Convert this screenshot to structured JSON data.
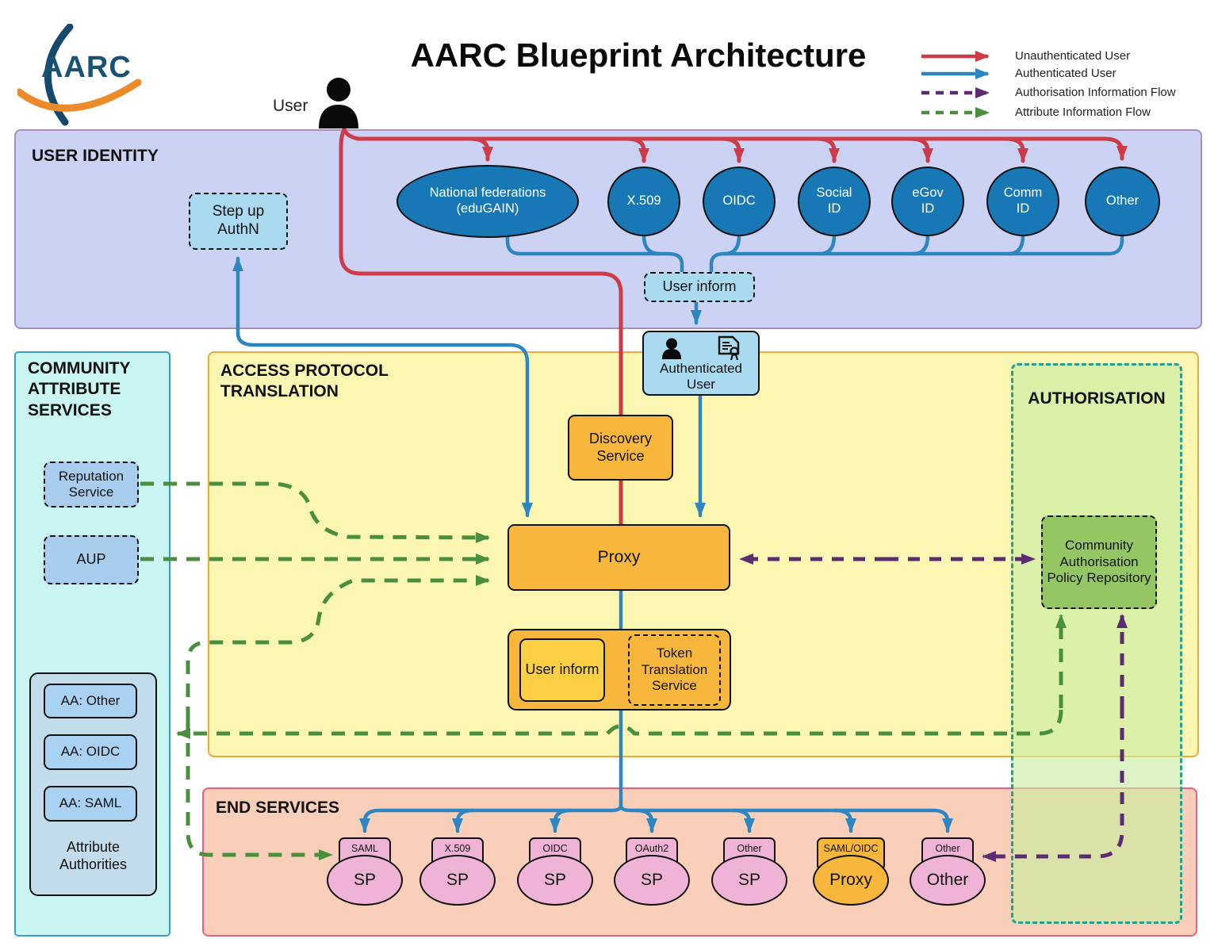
{
  "header": {
    "logo_text": "AARC",
    "title": "AARC Blueprint Architecture",
    "user_label": "User"
  },
  "legend": {
    "items": [
      {
        "label": "Unauthenticated User",
        "color": "#cc3b47",
        "style": "solid"
      },
      {
        "label": "Authenticated User",
        "color": "#2e86c1",
        "style": "solid"
      },
      {
        "label": "Authorisation Information Flow",
        "color": "#5b2c6f",
        "style": "dashed"
      },
      {
        "label": "Attribute Information Flow",
        "color": "#4a8f3d",
        "style": "dashed"
      }
    ]
  },
  "bands": {
    "user_identity": {
      "label": "USER IDENTITY"
    },
    "community_attribute_services": {
      "label": "COMMUNITY ATTRIBUTE SERVICES"
    },
    "access_protocol_translation": {
      "label": "ACCESS PROTOCOL TRANSLATION"
    },
    "authorisation": {
      "label": "AUTHORISATION"
    },
    "end_services": {
      "label": "END SERVICES"
    }
  },
  "identity_providers": [
    {
      "label": "National federations (eduGAIN)"
    },
    {
      "label": "X.509"
    },
    {
      "label": "OIDC"
    },
    {
      "label": "Social ID"
    },
    {
      "label": "eGov ID"
    },
    {
      "label": "Comm ID"
    },
    {
      "label": "Other"
    }
  ],
  "nodes": {
    "step_up_authn": "Step up AuthN",
    "user_inform_identity": "User inform",
    "authenticated_user": "Authenticated User",
    "discovery_service": "Discovery Service",
    "proxy": "Proxy",
    "user_inform_translation": "User inform",
    "token_translation_service": "Token Translation Service",
    "reputation_service": "Reputation Service",
    "aup": "AUP",
    "aa_other": "AA: Other",
    "aa_oidc": "AA: OIDC",
    "aa_saml": "AA: SAML",
    "attribute_authorities": "Attribute Authorities",
    "community_authorisation_policy_repository": "Community Authorisation Policy Repository"
  },
  "end_services": {
    "items": [
      {
        "tab": "SAML",
        "name": "SP"
      },
      {
        "tab": "X.509",
        "name": "SP"
      },
      {
        "tab": "OIDC",
        "name": "SP"
      },
      {
        "tab": "OAuth2",
        "name": "SP"
      },
      {
        "tab": "Other",
        "name": "SP"
      },
      {
        "tab": "SAML/OIDC",
        "name": "Proxy"
      },
      {
        "tab": "Other",
        "name": "Other"
      }
    ]
  },
  "colors": {
    "unauthenticated": "#cc3b47",
    "authenticated": "#2e86c1",
    "authorisation_flow": "#5b2c6f",
    "attribute_flow": "#4a8f3d",
    "identity_band": "#ccd2f4",
    "cas_panel": "#c9f6f3",
    "apt_band": "#fbf7b3",
    "end_band": "#f9cfba",
    "auth_panel_border": "#2a9d8f",
    "oval_fill": "#1778b5",
    "amber": "#f7b73d",
    "light_blue": "#a9daf0",
    "sp_pink": "#efb4d5",
    "repository_green": "#94c663"
  }
}
